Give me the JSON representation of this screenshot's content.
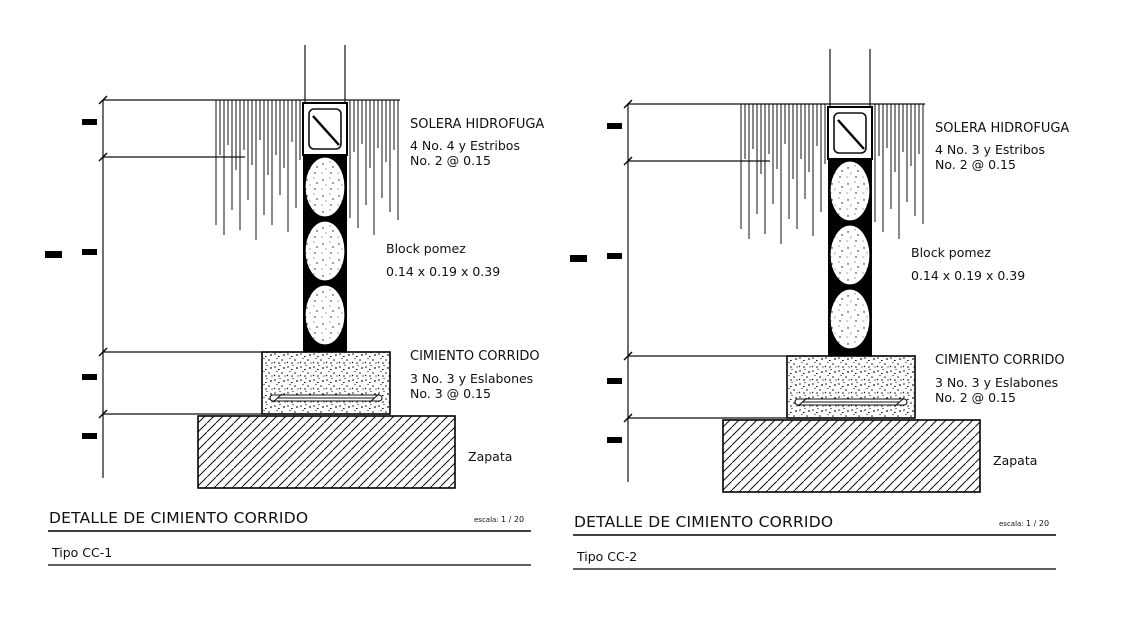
{
  "drawing_colors": {
    "ink": "#101010",
    "paper": "#ffffff"
  },
  "panels": [
    {
      "id": "CC-1",
      "solera": {
        "line1": "SOLERA HIDROFUGA",
        "line2": "4 No. 4 y Estribos",
        "line3": "No. 2 @ 0.15"
      },
      "block": {
        "line1": "Block pomez",
        "line2": "0.14 x 0.19 x 0.39"
      },
      "cimiento": {
        "line1": "CIMIENTO CORRIDO",
        "line2": "3 No. 3 y Eslabones",
        "line3": "No. 3 @ 0.15"
      },
      "zapata_label": "Zapata",
      "title": "DETALLE DE CIMIENTO CORRIDO",
      "scale_label": "escala:",
      "scale_value": "1 / 20",
      "tipo": "Tipo CC-1"
    },
    {
      "id": "CC-2",
      "solera": {
        "line1": "SOLERA HIDROFUGA",
        "line2": "4 No. 3 y Estribos",
        "line3": "No. 2 @ 0.15"
      },
      "block": {
        "line1": "Block pomez",
        "line2": "0.14 x 0.19 x 0.39"
      },
      "cimiento": {
        "line1": "CIMIENTO CORRIDO",
        "line2": "3 No. 3 y Eslabones",
        "line3": "No. 2 @ 0.15"
      },
      "zapata_label": "Zapata",
      "title": "DETALLE DE CIMIENTO CORRIDO",
      "scale_label": "escala:",
      "scale_value": "1 / 20",
      "tipo": "Tipo CC-2"
    }
  ]
}
